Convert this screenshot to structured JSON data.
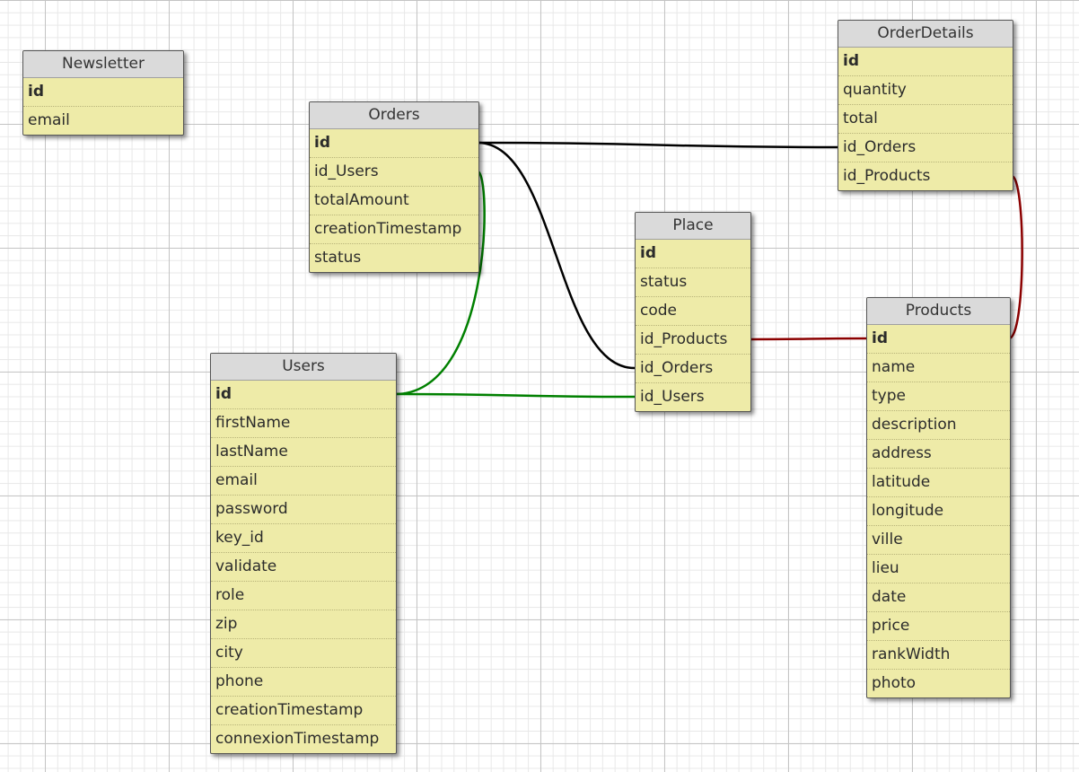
{
  "tables": [
    {
      "key": "newsletter",
      "title": "Newsletter",
      "fields": [
        {
          "name": "id",
          "pk": true
        },
        {
          "name": "email"
        }
      ]
    },
    {
      "key": "orders",
      "title": "Orders",
      "fields": [
        {
          "name": "id",
          "pk": true
        },
        {
          "name": "id_Users"
        },
        {
          "name": "totalAmount"
        },
        {
          "name": "creationTimestamp"
        },
        {
          "name": "status"
        }
      ]
    },
    {
      "key": "orderdetails",
      "title": "OrderDetails",
      "fields": [
        {
          "name": "id",
          "pk": true
        },
        {
          "name": "quantity"
        },
        {
          "name": "total"
        },
        {
          "name": "id_Orders"
        },
        {
          "name": "id_Products"
        }
      ]
    },
    {
      "key": "place",
      "title": "Place",
      "fields": [
        {
          "name": "id",
          "pk": true
        },
        {
          "name": "status"
        },
        {
          "name": "code"
        },
        {
          "name": "id_Products"
        },
        {
          "name": "id_Orders"
        },
        {
          "name": "id_Users"
        }
      ]
    },
    {
      "key": "users",
      "title": "Users",
      "fields": [
        {
          "name": "id",
          "pk": true
        },
        {
          "name": "firstName"
        },
        {
          "name": "lastName"
        },
        {
          "name": "email"
        },
        {
          "name": "password"
        },
        {
          "name": "key_id"
        },
        {
          "name": "validate"
        },
        {
          "name": "role"
        },
        {
          "name": "zip"
        },
        {
          "name": "city"
        },
        {
          "name": "phone"
        },
        {
          "name": "creationTimestamp"
        },
        {
          "name": "connexionTimestamp"
        }
      ]
    },
    {
      "key": "products",
      "title": "Products",
      "fields": [
        {
          "name": "id",
          "pk": true
        },
        {
          "name": "name"
        },
        {
          "name": "type"
        },
        {
          "name": "description"
        },
        {
          "name": "address"
        },
        {
          "name": "latitude"
        },
        {
          "name": "longitude"
        },
        {
          "name": "ville"
        },
        {
          "name": "lieu"
        },
        {
          "name": "date"
        },
        {
          "name": "price"
        },
        {
          "name": "rankWidth"
        },
        {
          "name": "photo"
        }
      ]
    }
  ],
  "relations": [
    {
      "from": "orders.id",
      "to": "orderdetails.id_Orders",
      "color": "#000000"
    },
    {
      "from": "orders.id",
      "to": "place.id_Orders",
      "color": "#000000"
    },
    {
      "from": "users.id",
      "to": "orders.id_Users",
      "color": "#008000"
    },
    {
      "from": "users.id",
      "to": "place.id_Users",
      "color": "#008000"
    },
    {
      "from": "products.id",
      "to": "place.id_Products",
      "color": "#8b0000"
    },
    {
      "from": "products.id",
      "to": "orderdetails.id_Products",
      "color": "#8b0000"
    }
  ]
}
